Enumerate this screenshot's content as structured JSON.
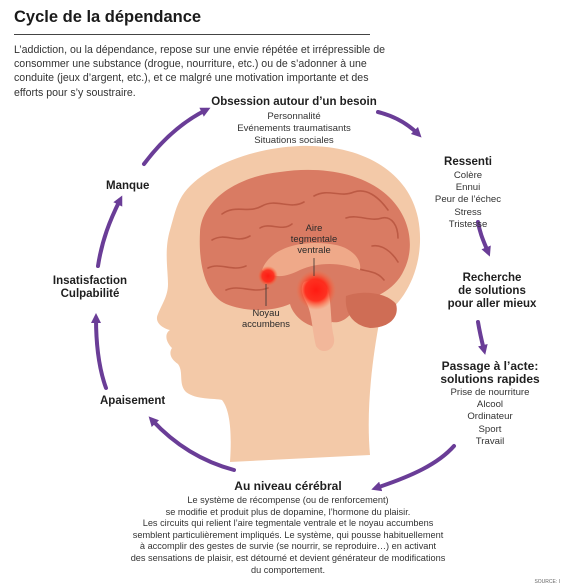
{
  "title": "Cycle de la dépendance",
  "intro": "L’addiction, ou la dépendance, repose sur une envie répétée et irrépressible de consommer une substance (drogue, nourriture, etc.) ou de s’adonner à une conduite (jeux d’argent, etc.), et ce malgré une motivation importante et des efforts pour s’y soustraire.",
  "stages": {
    "obsession": {
      "title": "Obsession autour d’un besoin",
      "items": [
        "Personnalité",
        "Evénements traumatisants",
        "Situations sociales"
      ]
    },
    "ressenti": {
      "title": "Ressenti",
      "items": [
        "Colère",
        "Ennui",
        "Peur de l’échec",
        "Stress",
        "Tristesse"
      ]
    },
    "recherche": {
      "title_lines": [
        "Recherche",
        "de solutions",
        "pour aller mieux"
      ]
    },
    "passage": {
      "title_lines": [
        "Passage à l’acte:",
        "solutions rapides"
      ],
      "items": [
        "Prise de nourriture",
        "Alcool",
        "Ordinateur",
        "Sport",
        "Travail"
      ]
    },
    "cerebral": {
      "title": "Au niveau cérébral",
      "lines": [
        "Le système de récompense (ou de renforcement)",
        "se modifie et produit plus de dopamine, l’hormone du plaisir.",
        "Les circuits qui relient l’aire tegmentale ventrale et le noyau accumbens",
        "semblent particulièrement impliqués. Le système, qui pousse habituellement",
        "à accomplir des gestes de survie (se nourrir, se reproduire…) en activant",
        "des sensations de plaisir, est détourné et devient générateur de modifications",
        "du comportement."
      ]
    },
    "apaisement": {
      "title": "Apaisement"
    },
    "insatisfaction": {
      "title_lines": [
        "Insatisfaction",
        "Culpabilité"
      ]
    },
    "manque": {
      "title": "Manque"
    }
  },
  "brain_labels": {
    "aire": [
      "Aire",
      "tegmentale",
      "ventrale"
    ],
    "noyau": [
      "Noyau",
      "accumbens"
    ]
  },
  "source": "SOURCE: I",
  "colors": {
    "arrow": "#6a3d97",
    "skin": "#f3c9a8",
    "brain": "#d97b63",
    "hotspot": "#e2161b"
  }
}
